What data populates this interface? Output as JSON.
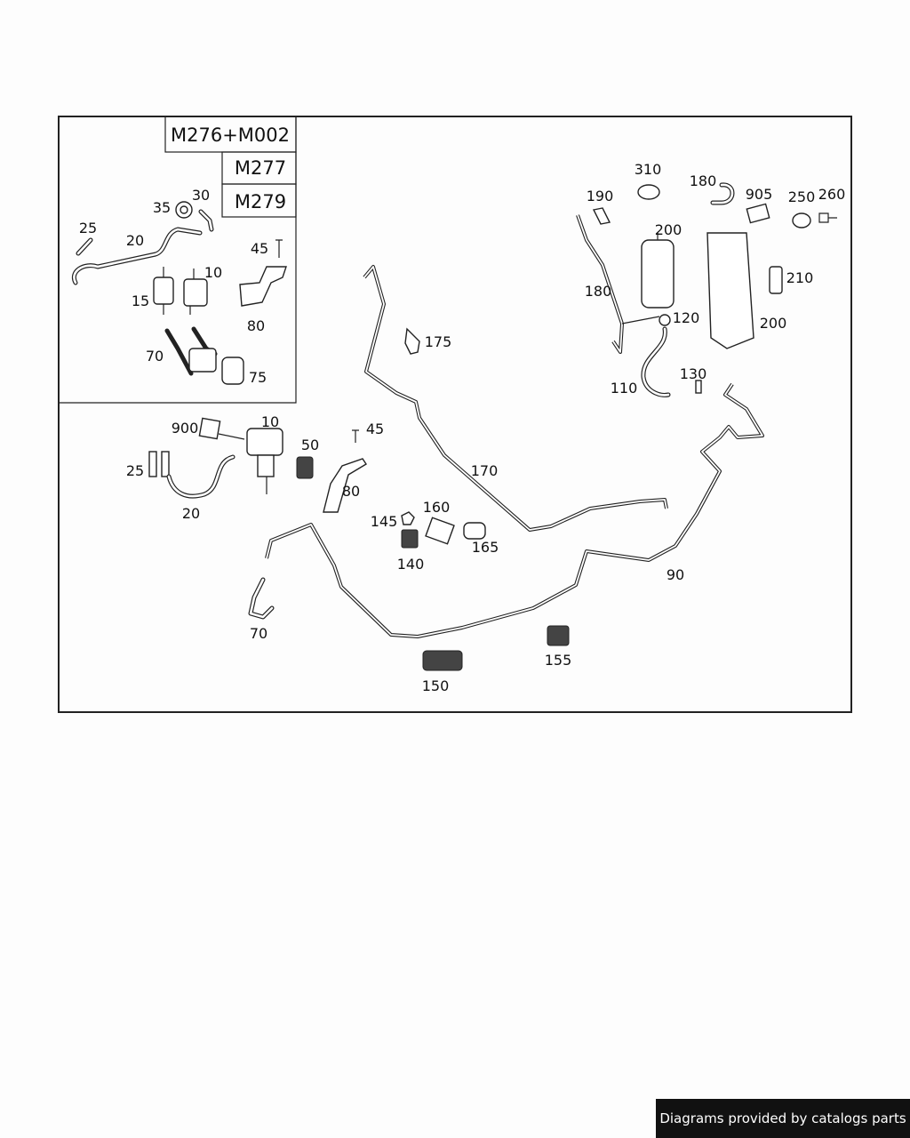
{
  "variants": [
    "M276+M002",
    "M277",
    "M279"
  ],
  "labels": {
    "l25a": "25",
    "l20a": "20",
    "l35": "35",
    "l30": "30",
    "l45a": "45",
    "l10a": "10",
    "l15": "15",
    "l80a": "80",
    "l70a": "70",
    "l75": "75",
    "l900": "900",
    "l10b": "10",
    "l25b": "25",
    "l20b": "20",
    "l50": "50",
    "l45b": "45",
    "l80b": "80",
    "l175": "175",
    "l170": "170",
    "l145": "145",
    "l160": "160",
    "l140": "140",
    "l165": "165",
    "l70b": "70",
    "l90": "90",
    "l150": "150",
    "l155": "155",
    "l190": "190",
    "l310": "310",
    "l180a": "180",
    "l905": "905",
    "l250": "250",
    "l260": "260",
    "l200a": "200",
    "l180b": "180",
    "l120": "120",
    "l210": "210",
    "l200b": "200",
    "l110": "110",
    "l130": "130"
  },
  "footer": "Diagrams provided by catalogs parts"
}
